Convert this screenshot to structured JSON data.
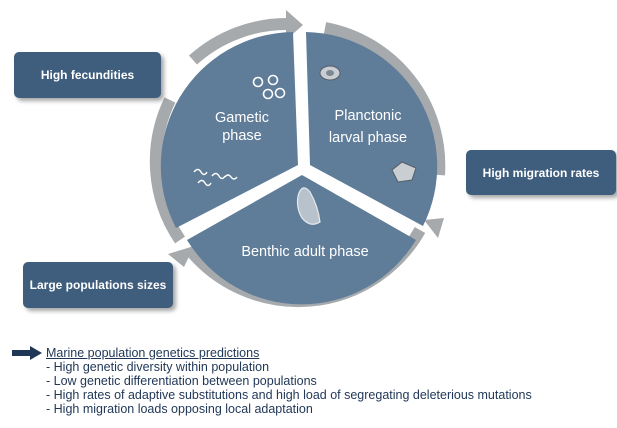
{
  "boxes": {
    "fecundities": "High fecundities",
    "migration": "High migration rates",
    "populations": "Large populations sizes"
  },
  "phases": {
    "gametic_line1": "Gametic",
    "gametic_line2": "phase",
    "larval_line1": "Planctonic",
    "larval_line2": "larval phase",
    "adult": "Benthic adult phase"
  },
  "icons": [
    "eggs-icon",
    "sperm-icon",
    "larva-icon",
    "adult-shell-icon"
  ],
  "predictions": {
    "title": "Marine population genetics predictions",
    "items": [
      "- High genetic diversity within population",
      "- Low genetic differentiation between populations",
      "- High rates of adaptive substitutions and high load of segregating deleterious mutations",
      "- High migration loads opposing local adaptation"
    ]
  },
  "colors": {
    "sector": "#5f7d99",
    "ring": "#a7aaad",
    "box": "#3f5d7d",
    "text_blue": "#1f3656"
  }
}
